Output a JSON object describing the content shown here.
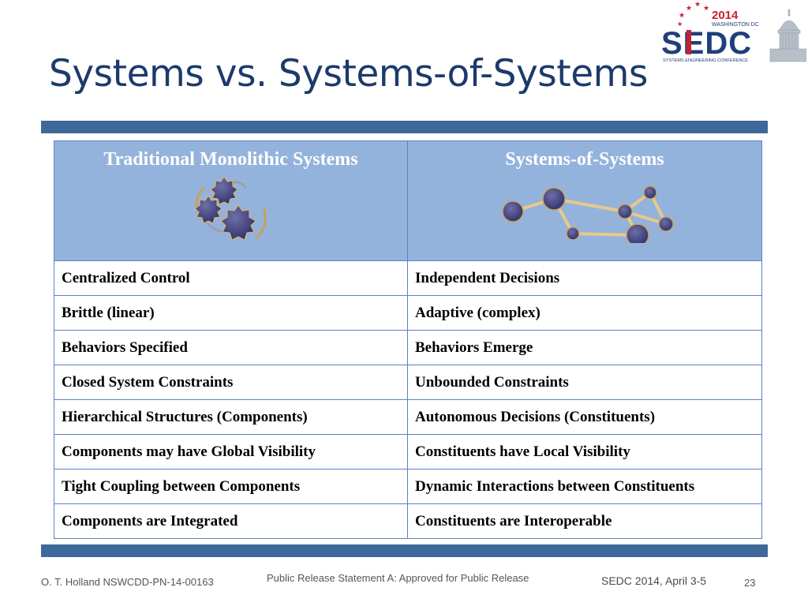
{
  "slide": {
    "title": "Systems vs. Systems-of-Systems"
  },
  "logo": {
    "year": "2014",
    "location": "WASHINGTON DC",
    "acronym": "SEDC",
    "tagline": "SYSTEMS ENGINEERING CONFERENCE"
  },
  "table": {
    "headers": [
      "Traditional Monolithic Systems",
      "Systems-of-Systems"
    ],
    "rows": [
      [
        "Centralized Control",
        "Independent Decisions"
      ],
      [
        "Brittle (linear)",
        "Adaptive (complex)"
      ],
      [
        "Behaviors Specified",
        "Behaviors Emerge"
      ],
      [
        "Closed System Constraints",
        "Unbounded Constraints"
      ],
      [
        "Hierarchical Structures (Components)",
        "Autonomous Decisions (Constituents)"
      ],
      [
        "Components may have Global Visibility",
        "Constituents have Local Visibility"
      ],
      [
        "Tight Coupling between Components",
        "Dynamic Interactions between Constituents"
      ],
      [
        "Components are Integrated",
        "Constituents are Interoperable"
      ]
    ]
  },
  "footer": {
    "author": "O. T. Holland NSWCDD-PN-14-00163",
    "release": "Public Release Statement A: Approved for Public Release",
    "event": "SEDC 2014, April 3-5",
    "page": "23"
  },
  "colors": {
    "title": "#1c3a6b",
    "bar": "#3f689a",
    "header_fill": "#94b3dc",
    "grid": "#5b82bf",
    "logo_red": "#c8202f",
    "logo_blue": "#1f3f7a"
  }
}
